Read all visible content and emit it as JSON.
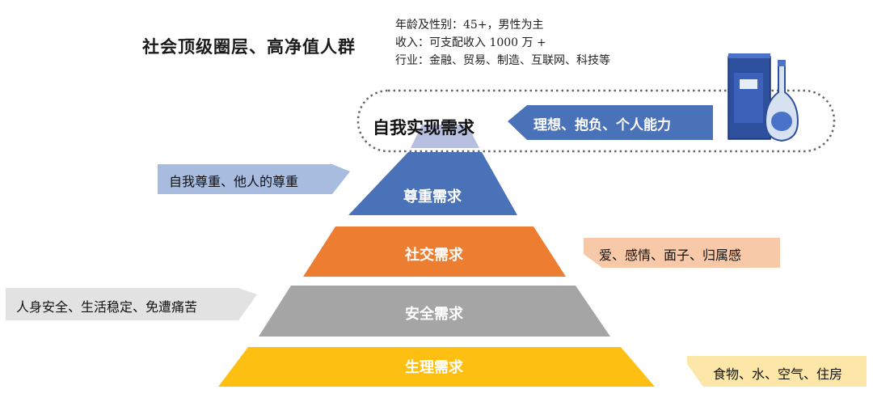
{
  "title": "社会顶级圈层、高净值人群",
  "profile": {
    "age_gender": "年龄及性别：45+，男性为主",
    "income": "收入：可支配收入 1000 万 +",
    "industry": "行业：金融、贸易、制造、互联网、科技等"
  },
  "pyramid": {
    "levels": [
      {
        "name": "自我实现需求",
        "note": "理想、抱负、个人能力",
        "color": "#b7bfe0",
        "note_color": "#4a72b8"
      },
      {
        "name": "尊重需求",
        "note": "自我尊重、他人的尊重",
        "color": "#4a72b8",
        "note_color": "#a8bce0"
      },
      {
        "name": "社交需求",
        "note": "爱、感情、面子、归属感",
        "color": "#ed7d31",
        "note_color": "#f8c9a8"
      },
      {
        "name": "安全需求",
        "note": "人身安全、生活稳定、免遭痛苦",
        "color": "#a5a5a5",
        "note_color": "#e2e2e2"
      },
      {
        "name": "生理需求",
        "note": "食物、水、空气、住房",
        "color": "#fdbf12",
        "note_color": "#fde7a8"
      }
    ]
  },
  "product_image": {
    "icon": "liquor-bottle-gift-box"
  }
}
